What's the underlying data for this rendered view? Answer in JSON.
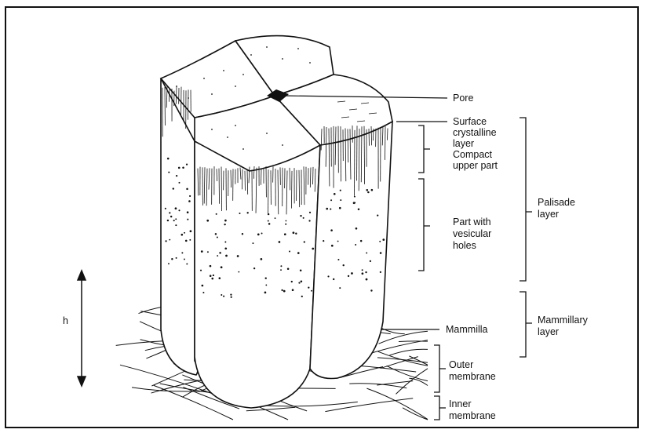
{
  "diagram": {
    "label_pore": "Pore",
    "label_surface": [
      "Surface",
      "crystalline",
      "layer"
    ],
    "label_compact": [
      "Compact",
      "upper part"
    ],
    "label_vesicular": [
      "Part with",
      "vesicular",
      "holes"
    ],
    "label_palisade": [
      "Palisade",
      "layer"
    ],
    "label_mammilla": "Mammilla",
    "label_mammillary": [
      "Mammillary",
      "layer"
    ],
    "label_outer": [
      "Outer",
      "membrane"
    ],
    "label_inner": [
      "Inner",
      "membrane"
    ],
    "label_h": "h"
  },
  "colors": {
    "ink": "#111111",
    "background": "#ffffff"
  }
}
